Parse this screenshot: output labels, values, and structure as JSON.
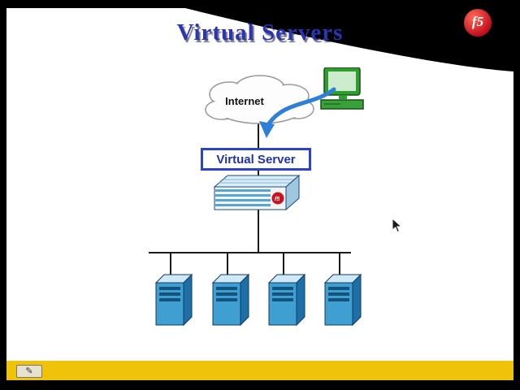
{
  "slide": {
    "title": "Virtual Servers",
    "brand": {
      "logo_text": "f5"
    },
    "diagram": {
      "internet_label": "Internet",
      "virtual_server_label": "Virtual Server",
      "server_count": 4
    },
    "toolbar": {
      "pen_icon_glyph": "✎"
    },
    "colors": {
      "title_blue": "#2b35b0",
      "box_border_blue": "#2a43c8",
      "f5_red": "#c81420",
      "arrow_blue": "#2f7fd6",
      "bar_yellow": "#efc30a",
      "server_blue": "#3f9fd0"
    }
  }
}
